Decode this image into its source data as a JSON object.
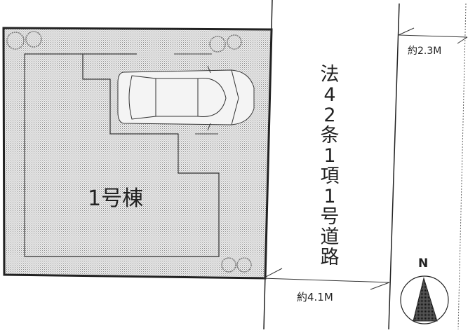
{
  "building_label": "1号棟",
  "road_label": "法42条1項1号道路",
  "dimensions": {
    "road_width": "約4.1M",
    "side_width": "約2.3M"
  },
  "compass": {
    "label": "N"
  },
  "colors": {
    "lot_fill": "#d8d8d8",
    "line": "#222222",
    "arrow": "#333333"
  }
}
